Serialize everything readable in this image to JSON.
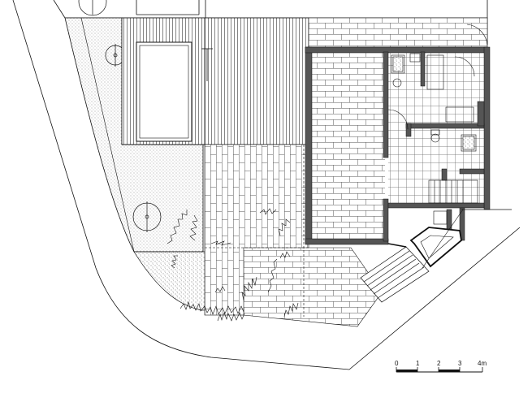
{
  "scale_bar": {
    "labels": [
      "0",
      "1",
      "2",
      "3",
      "4m"
    ]
  },
  "colors": {
    "ink": "#111111",
    "wall": "#555555",
    "lawn_dot": "#9a9a9a",
    "paper": "#ffffff"
  }
}
